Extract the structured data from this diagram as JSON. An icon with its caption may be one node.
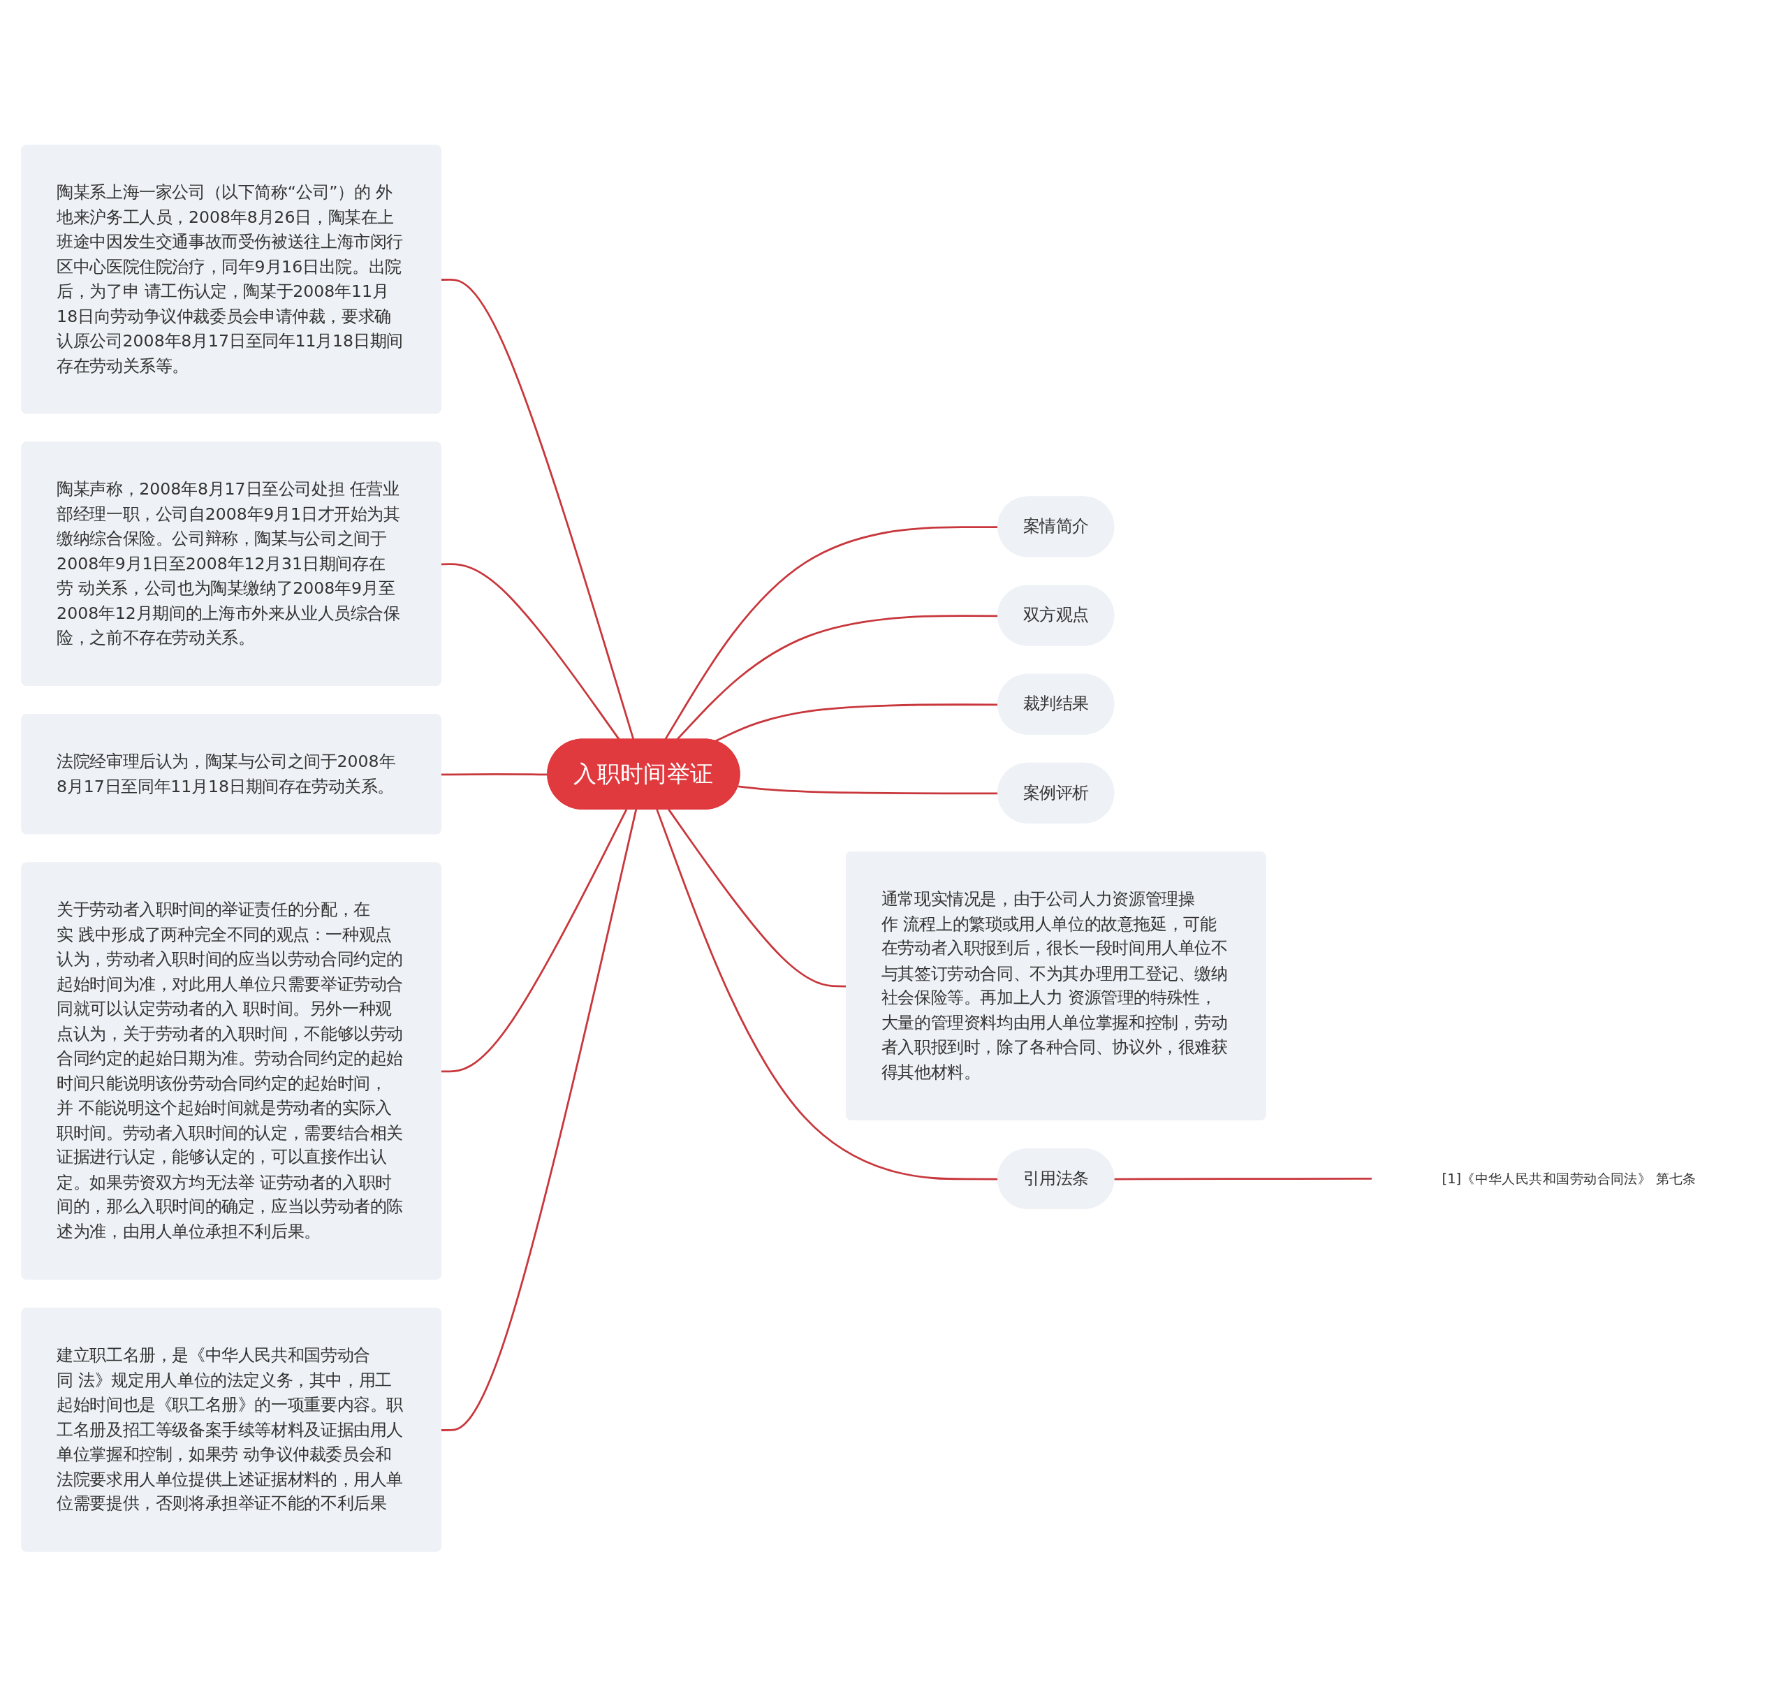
{
  "diagram": {
    "nodes": [
      {
        "text": [
          "入职时间举证"
        ]
      },
      {
        "text": [
          "陶某系上海一家公司（以下简称“公司”）的 外地来沪务工人员，2008年8月26日，陶某在上班途中因发生交通事故而受伤被送往上海市闵行区中心医院住院治疗，同年9月16日出院。出院后，为了申 请工伤认定，陶某于2008年11月18日向劳动争议仲裁委员会申请仲裁，要求确认原公司2008年8月17日至同年11月18日期间存在劳动关系等。"
        ]
      },
      {
        "text": [
          "陶某声称，2008年8月17日至公司处担 任营业部经理一职，公司自2008年9月1日才开始为其缴纳综合保险。公司辩称，陶某与公司之间于2008年9月1日至2008年12月31日期间存在劳 动关系，公司也为陶某缴纳了2008年9月至2008年12月期间的上海市外来从业人员综合保险，之前不存在劳动关系。"
        ]
      },
      {
        "text": [
          "法院经审理后认为，陶某与公司之间于2008年8月17日至同年11月18日期间存在劳动关系。"
        ]
      },
      {
        "text": [
          "关于劳动者入职时间的举证责任的分配，在实 践中形成了两种完全不同的观点：一种观点认为，劳动者入职时间的应当以劳动合同约定的起始时间为准，对此用人单位只需要举证劳动合同就可以认定劳动者的入 职时间。另外一种观点认为，关于劳动者的入职时间，不能够以劳动合同约定的起始日期为准。劳动合同约定的起始时间只能说明该份劳动合同约定的起始时间，并 不能说明这个起始时间就是劳动者的实际入职时间。劳动者入职时间的认定，需要结合相关证据进行认定，能够认定的，可以直接作出认定。如果劳资双方均无法举 证劳动者的入职时间的，那么入职时间的确定，应当以劳动者的陈述为准，由用人单位承担不利后果。"
        ]
      },
      {
        "text": [
          "建立职工名册，是《中华人民共和国劳动合同 法》规定用人单位的法定义务，其中，用工起始时间也是《职工名册》的一项重要内容。职工名册及招工等级备案手续等材料及证据由用人单位掌握和控制，如果劳 动争议仲裁委员会和法院要求用人单位提供上述证据材料的，用人单位需要提供，否则将承担举证不能的不利后果"
        ]
      },
      {
        "text": [
          "案情简介"
        ]
      },
      {
        "text": [
          "双方观点"
        ]
      },
      {
        "text": [
          "裁判结果"
        ]
      },
      {
        "text": [
          "案例评析"
        ]
      },
      {
        "text": [
          "通常现实情况是，由于公司人力资源管理操作 流程上的繁琐或用人单位的故意拖延，可能在劳动者入职报到后，很长一段时间用人单位不与其签订劳动合同、不为其办理用工登记、缴纳社会保险等。再加上人力 资源管理的特殊性，大量的管理资料均由用人单位掌握和控制，劳动者入职报到时，除了各种合同、协议外，很难获得其他材料。"
        ]
      },
      {
        "text": [
          "引用法条"
        ]
      },
      {
        "text": [
          "[1]《中华人民共和国劳动合同法》 第七条"
        ]
      }
    ],
    "edges": [
      {
        "from": 1,
        "to": 0,
        "arrow": "none"
      },
      {
        "from": 2,
        "to": 0,
        "arrow": "none"
      },
      {
        "from": 3,
        "to": 0,
        "arrow": "none"
      },
      {
        "from": 4,
        "to": 0,
        "arrow": "none"
      },
      {
        "from": 5,
        "to": 0,
        "arrow": "none"
      },
      {
        "from": 0,
        "to": 6,
        "arrow": "none"
      },
      {
        "from": 0,
        "to": 7,
        "arrow": "none"
      },
      {
        "from": 0,
        "to": 8,
        "arrow": "none"
      },
      {
        "from": 0,
        "to": 9,
        "arrow": "none"
      },
      {
        "from": 0,
        "to": 10,
        "arrow": "none"
      },
      {
        "from": 0,
        "to": 11,
        "arrow": "none"
      },
      {
        "from": 11,
        "to": 12,
        "arrow": "none"
      }
    ]
  }
}
